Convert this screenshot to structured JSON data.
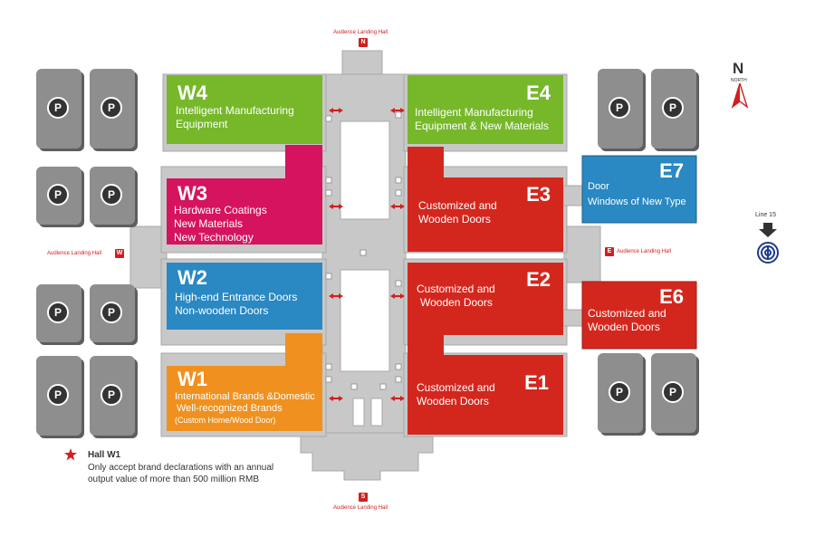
{
  "colors": {
    "green": "#76b82a",
    "magenta": "#d6135e",
    "blue": "#2a88c2",
    "orange": "#f0911f",
    "red": "#d3271e",
    "corridor": "#c8c8c8",
    "parking": "#8e8e8e",
    "marker": "#d11f1f"
  },
  "halls": {
    "w4": {
      "code": "W4",
      "lines": [
        "Intelligent Manufacturing",
        "Equipment"
      ]
    },
    "w3": {
      "code": "W3",
      "lines": [
        "Hardware Coatings",
        "New Materials",
        "New Technology"
      ]
    },
    "w2": {
      "code": "W2",
      "lines": [
        "High-end Entrance Doors",
        "Non-wooden Doors"
      ]
    },
    "w1": {
      "code": "W1",
      "lines": [
        "International Brands &Domestic",
        "Well-recognized Brands"
      ],
      "sub": "(Custom Home/Wood Door)"
    },
    "e4": {
      "code": "E4",
      "lines": [
        "Intelligent Manufacturing",
        "Equipment & New Materials"
      ]
    },
    "e3": {
      "code": "E3",
      "lines": [
        "Customized and",
        "Wooden Doors"
      ]
    },
    "e2": {
      "code": "E2",
      "lines": [
        "Customized and",
        "Wooden Doors"
      ]
    },
    "e1": {
      "code": "E1",
      "lines": [
        "Customized and",
        "Wooden Doors"
      ]
    },
    "e7": {
      "code": "E7",
      "lines": [
        "Door",
        "Windows of New Type"
      ]
    },
    "e6": {
      "code": "E6",
      "lines": [
        "Customized and",
        "Wooden Doors"
      ]
    }
  },
  "entrances": {
    "north": {
      "label": "Audience Landing Hall",
      "marker": "N"
    },
    "south": {
      "label": "Audience Landing Hall",
      "marker": "S"
    },
    "west": {
      "label": "Audience Landing Hall",
      "marker": "W"
    },
    "east": {
      "label": "Audience Landing Hall",
      "marker": "E"
    }
  },
  "parking_symbol": "P",
  "compass": {
    "letter": "N",
    "label": "NORTH"
  },
  "metro": {
    "label": "Line 15"
  },
  "legend": {
    "title": "Hall W1",
    "lines": [
      "Only accept brand declarations with an annual",
      "output value of more than 500 million RMB"
    ]
  }
}
